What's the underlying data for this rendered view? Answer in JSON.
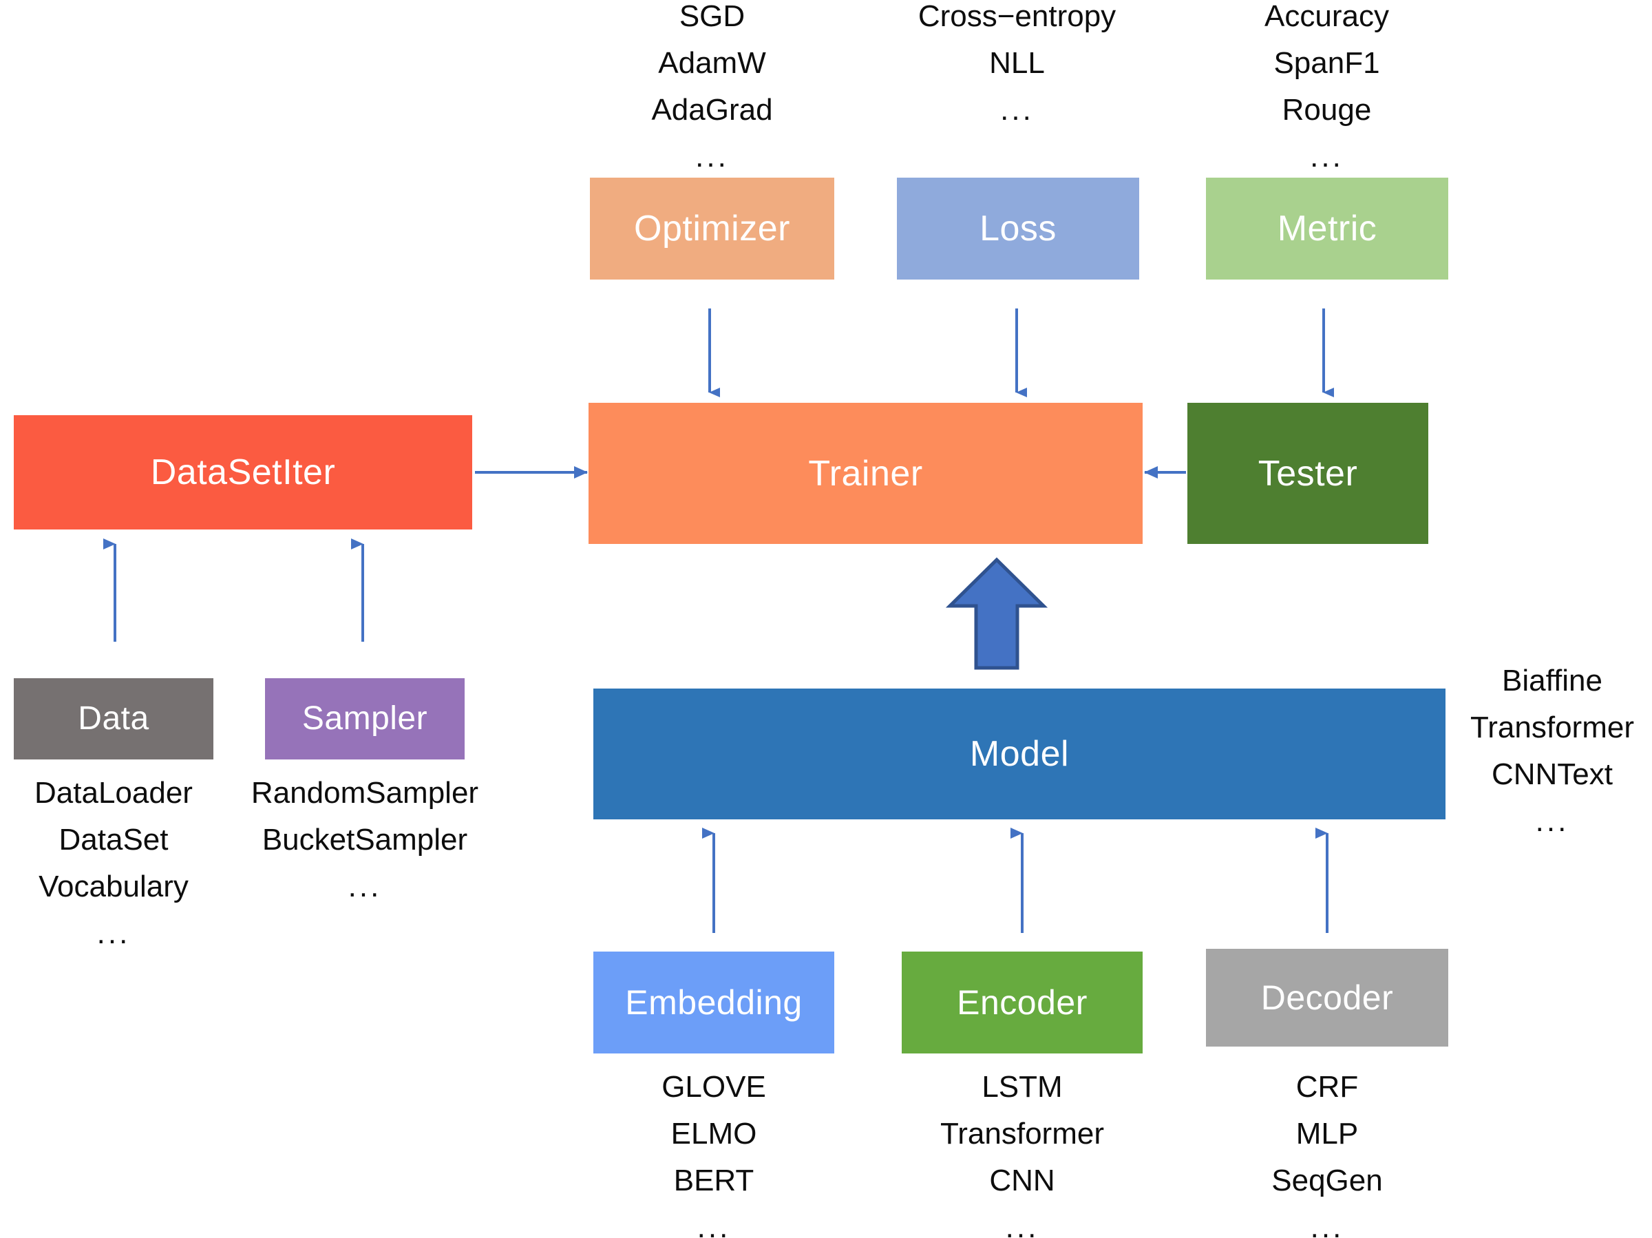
{
  "diagram": {
    "title": "fastNLP architecture overview",
    "colors": {
      "optimizer": "#F0AC80",
      "loss": "#8FAADC",
      "metric": "#A9D18E",
      "datasetiter": "#FB5B41",
      "trainer": "#FD8košt",
      "trainer_fill": "#FD8C5B",
      "tester": "#4E7F30",
      "data": "#767171",
      "sampler": "#9673B9",
      "model": "#2E75B6",
      "embedding": "#6C9EF8",
      "encoder": "#67AB3F",
      "decoder": "#A6A6A6",
      "arrow": "#4472C4",
      "block_arrow_fill": "#4472C4",
      "block_arrow_stroke": "#2F528F",
      "text": "#0D0D0D",
      "box_text": "#FFFFFF",
      "background": "#FFFFFF"
    },
    "top_row": {
      "optimizer": {
        "box_label": "Optimizer",
        "items": [
          "SGD",
          "AdamW",
          "AdaGrad",
          "..."
        ]
      },
      "loss": {
        "box_label": "Loss",
        "items": [
          "Cross−entropy",
          "NLL",
          "..."
        ]
      },
      "metric": {
        "box_label": "Metric",
        "items": [
          "Accuracy",
          "SpanF1",
          "Rouge",
          "..."
        ]
      }
    },
    "middle_row": {
      "datasetiter": {
        "box_label": "DataSetIter"
      },
      "trainer": {
        "box_label": "Trainer"
      },
      "tester": {
        "box_label": "Tester"
      }
    },
    "data_row": {
      "data": {
        "box_label": "Data",
        "items": [
          "DataLoader",
          "DataSet",
          "Vocabulary",
          "..."
        ]
      },
      "sampler": {
        "box_label": "Sampler",
        "items": [
          "RandomSampler",
          "BucketSampler",
          "..."
        ]
      }
    },
    "model_row": {
      "model": {
        "box_label": "Model"
      },
      "model_side_items": [
        "Biaffine",
        "Transformer",
        "CNNText",
        "..."
      ]
    },
    "bottom_row": {
      "embedding": {
        "box_label": "Embedding",
        "items": [
          "GLOVE",
          "ELMO",
          "BERT",
          "..."
        ]
      },
      "encoder": {
        "box_label": "Encoder",
        "items": [
          "LSTM",
          "Transformer",
          "CNN",
          "..."
        ]
      },
      "decoder": {
        "box_label": "Decoder",
        "items": [
          "CRF",
          "MLP",
          "SeqGen",
          "..."
        ]
      }
    }
  }
}
